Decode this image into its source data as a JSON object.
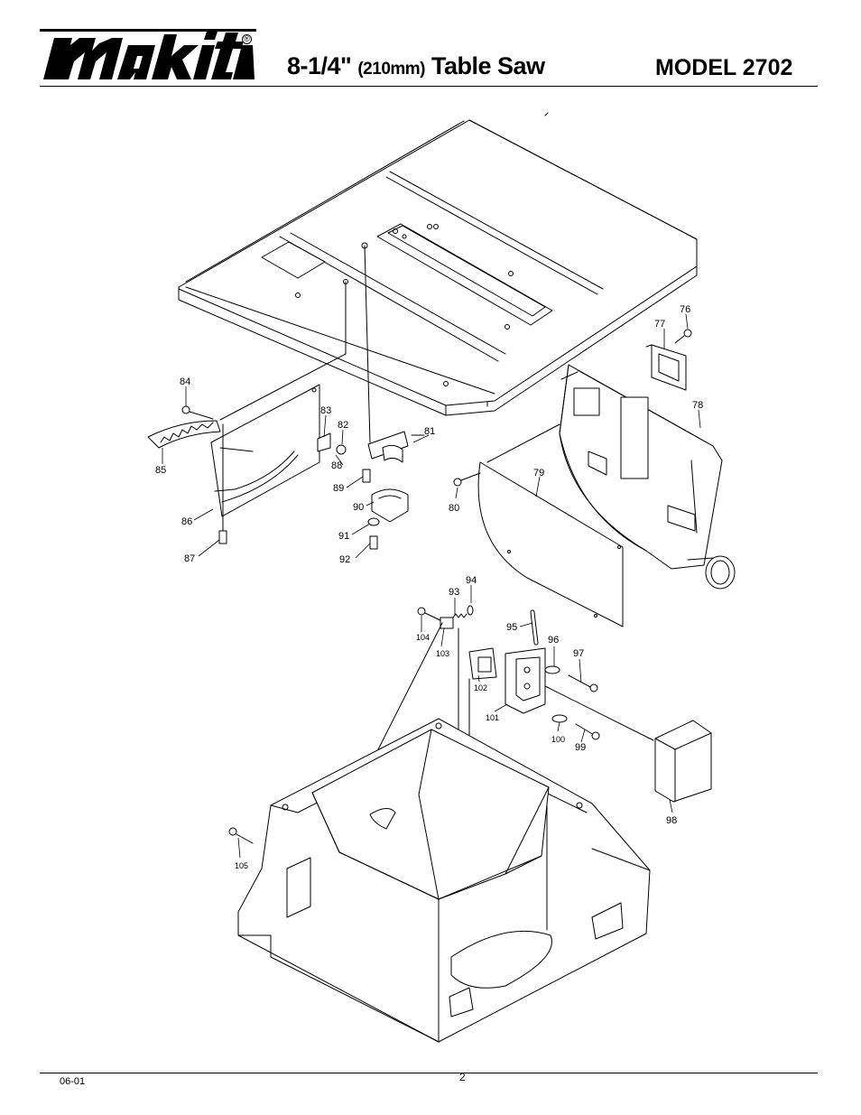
{
  "header": {
    "brand": "makita",
    "reg_mark": "®",
    "title_main": "8-1/4\"",
    "title_mm": "(210mm)",
    "title_tail": "Table Saw",
    "model": "MODEL 2702"
  },
  "footer": {
    "date": "06-01",
    "page": "2"
  },
  "parts": {
    "p76": "76",
    "p77": "77",
    "p78": "78",
    "p79": "79",
    "p80": "80",
    "p81": "81",
    "p82": "82",
    "p83": "83",
    "p84": "84",
    "p85": "85",
    "p86": "86",
    "p87": "87",
    "p88": "88",
    "p89": "89",
    "p90": "90",
    "p91": "91",
    "p92": "92",
    "p93": "93",
    "p94": "94",
    "p95": "95",
    "p96": "96",
    "p97": "97",
    "p98": "98",
    "p99": "99",
    "p100": "100",
    "p101": "101",
    "p102": "102",
    "p103": "103",
    "p104": "104",
    "p105": "105"
  }
}
